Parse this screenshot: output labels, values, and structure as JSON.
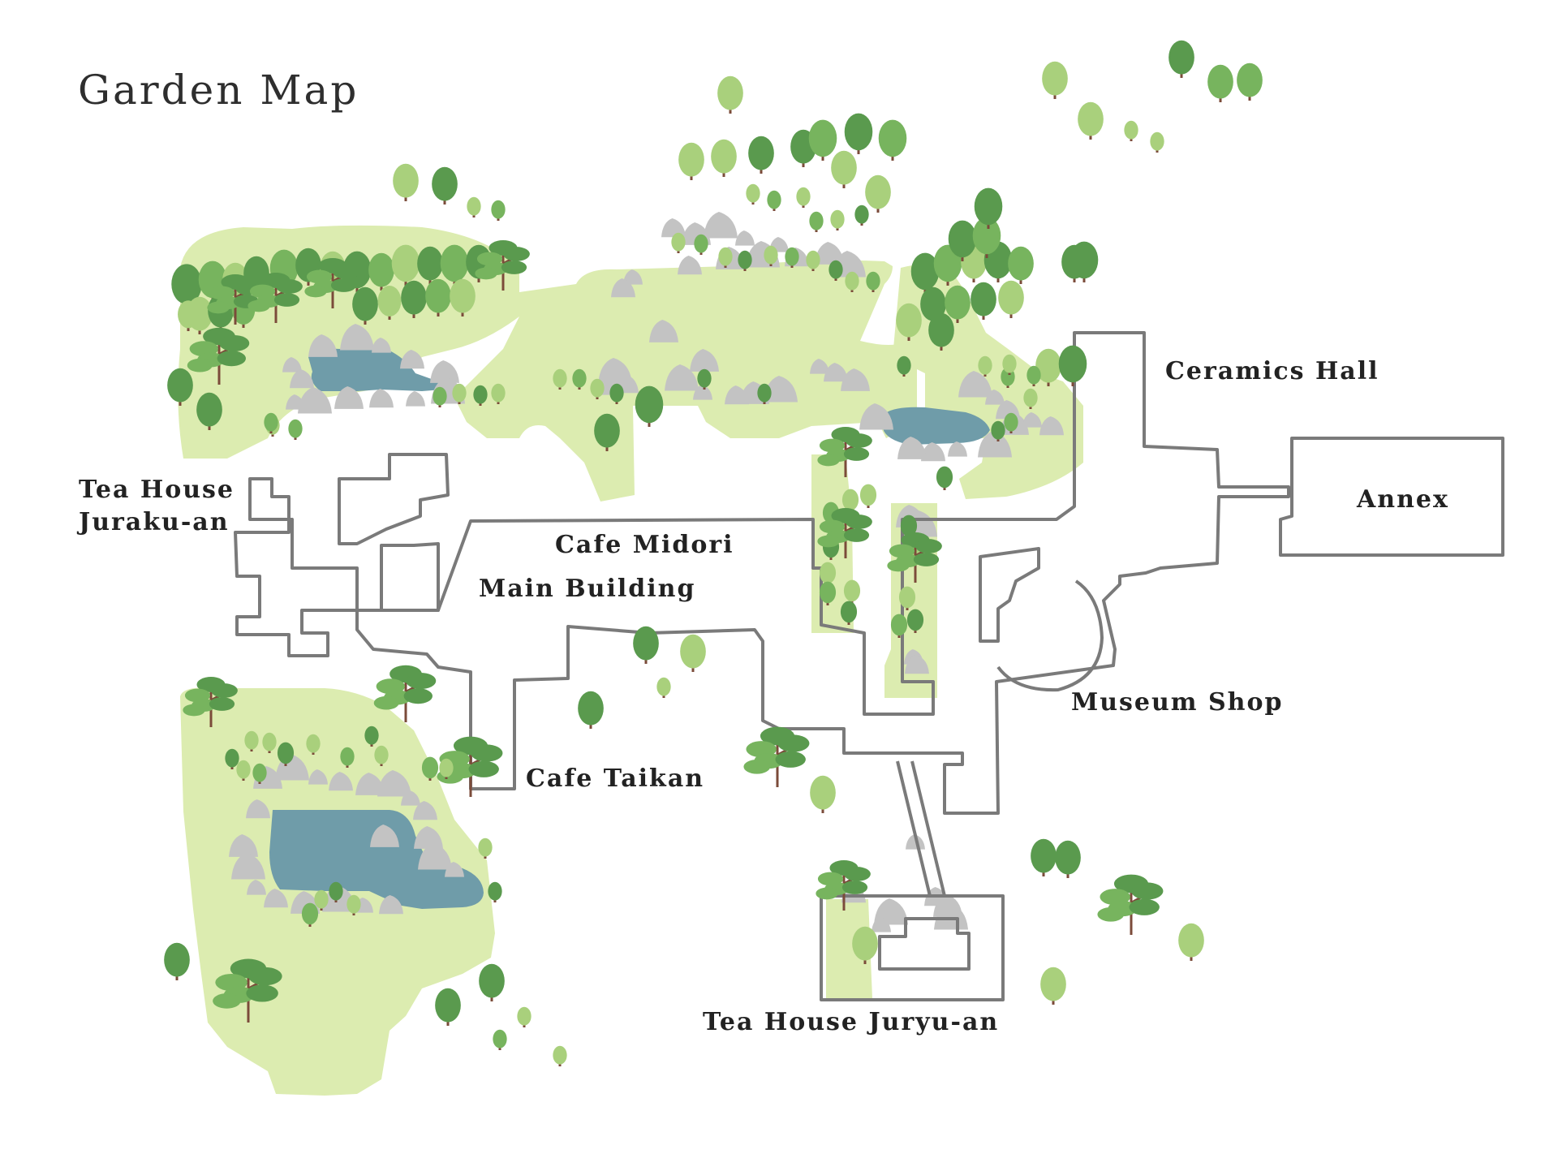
{
  "title": "Garden Map",
  "colors": {
    "grass": "#dcecb0",
    "pond": "#6f9ca9",
    "rock": "#c3c3c3",
    "tree_dark": "#5a9a4e",
    "tree_mid": "#77b45e",
    "tree_light": "#a9d07c",
    "trunk": "#7b4b3a",
    "building_outline": "#7a7a7a",
    "label_text": "#222222"
  },
  "icons": [
    "deciduous-tree-icon",
    "pine-tree-icon",
    "rock-icon",
    "pond-icon"
  ],
  "locations": {
    "tea_house_juraku_an": [
      "Tea House",
      "Juraku-an"
    ],
    "cafe_midori": "Cafe Midori",
    "main_building": "Main Building",
    "ceramics_hall": "Ceramics Hall",
    "annex": "Annex",
    "museum_shop": "Museum Shop",
    "cafe_taikan": "Cafe Taikan",
    "tea_house_juryu_an": "Tea House Juryu-an"
  }
}
